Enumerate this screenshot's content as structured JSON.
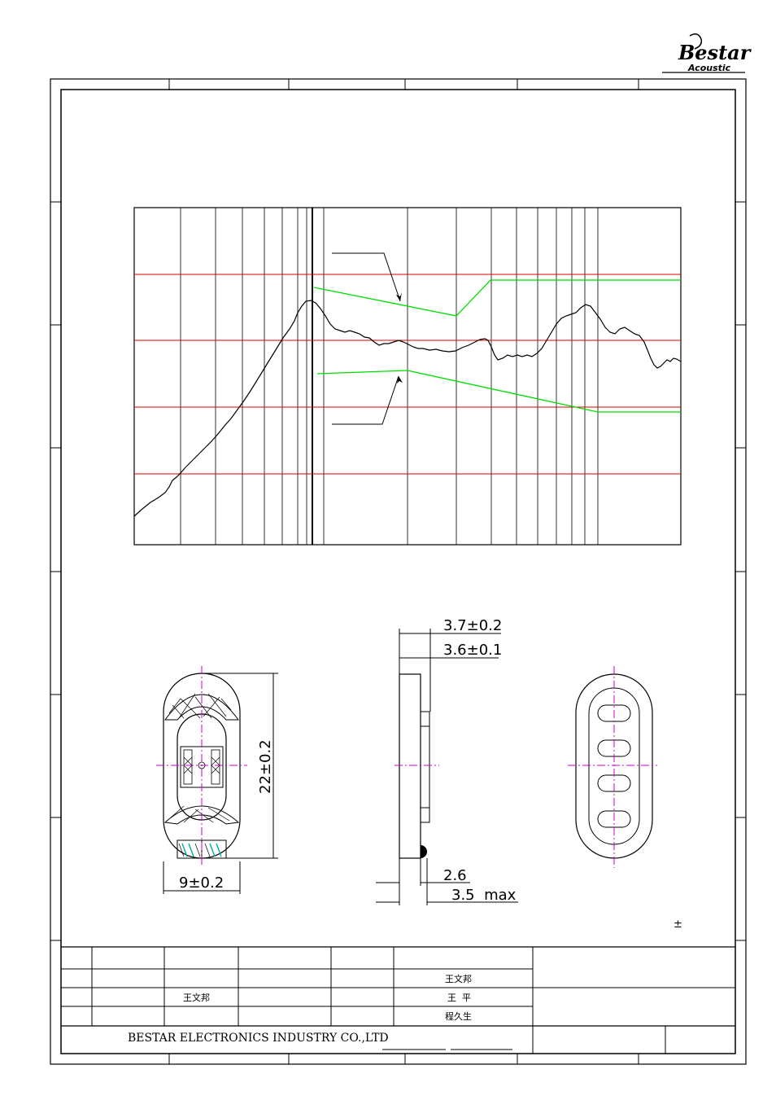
{
  "brand": {
    "logo_text": "Bestar",
    "logo_sub": "Acoustic",
    "colors": {
      "logo": "#000000"
    }
  },
  "chart_data": {
    "type": "line",
    "title": "",
    "xlabel": "",
    "ylabel": "",
    "grid": true,
    "x_scale": "log",
    "series": [
      {
        "values": []
      },
      {
        "values": []
      },
      {
        "values": []
      }
    ],
    "colors": {
      "response": "#000000",
      "limits": "#00dd00",
      "grid_major": "#e00000",
      "grid_minor": "#000000"
    }
  },
  "drawing": {
    "dims": {
      "thickness_overall": "3.7±0.2",
      "thickness_body": "3.6±0.1",
      "length": "22±0.2",
      "width": "9±0.2",
      "terminal": "2.6",
      "max_height": "3.5  max"
    },
    "tolerance_mark": "±",
    "colors": {
      "centerline": "#cc00cc",
      "terminal_hatch": "#00aaaa"
    }
  },
  "title_block": {
    "company": "BESTAR ELECTRONICS INDUSTRY CO.,LTD",
    "drawn_by": "王文邦",
    "designer": "王文邦",
    "checker": "王  平",
    "approver": "程久生"
  }
}
